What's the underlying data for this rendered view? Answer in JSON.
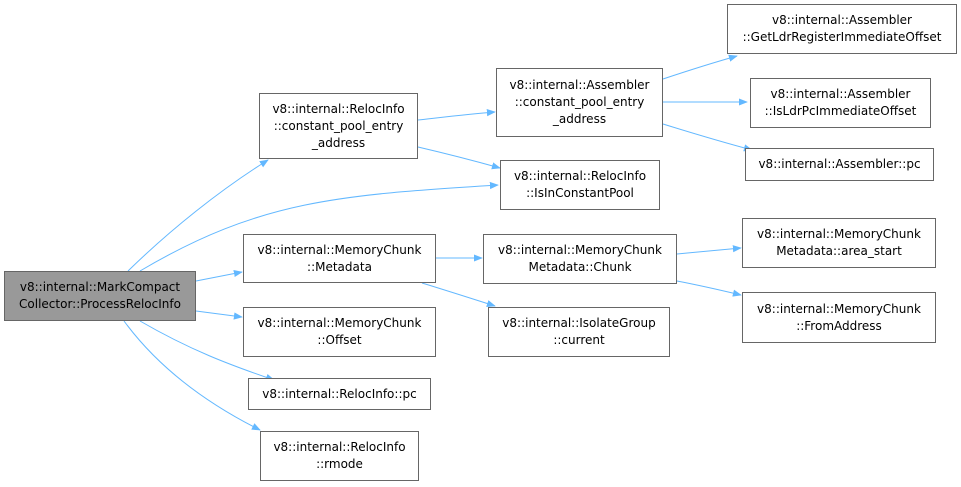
{
  "graph": {
    "edge_color": "#63b8ff",
    "root_fill": "#999999",
    "node_border": "#666666",
    "nodes": {
      "root": [
        "v8::internal::MarkCompact",
        "Collector::ProcessRelocInfo"
      ],
      "reloc_cpea": [
        "v8::internal::RelocInfo",
        "::constant_pool_entry",
        "_address"
      ],
      "asm_cpea": [
        "v8::internal::Assembler",
        "::constant_pool_entry",
        "_address"
      ],
      "asm_getldr": [
        "v8::internal::Assembler",
        "::GetLdrRegisterImmediateOffset"
      ],
      "asm_isldr": [
        "v8::internal::Assembler",
        "::IsLdrPcImmediateOffset"
      ],
      "asm_pc": [
        "v8::internal::Assembler::pc"
      ],
      "reloc_isincp": [
        "v8::internal::RelocInfo",
        "::IsInConstantPool"
      ],
      "mc_metadata": [
        "v8::internal::MemoryChunk",
        "::Metadata"
      ],
      "mcm_chunk": [
        "v8::internal::MemoryChunk",
        "Metadata::Chunk"
      ],
      "mcm_area_start": [
        "v8::internal::MemoryChunk",
        "Metadata::area_start"
      ],
      "mc_fromaddress": [
        "v8::internal::MemoryChunk",
        "::FromAddress"
      ],
      "isolategroup_current": [
        "v8::internal::IsolateGroup",
        "::current"
      ],
      "mc_offset": [
        "v8::internal::MemoryChunk",
        "::Offset"
      ],
      "reloc_pc": [
        "v8::internal::RelocInfo::pc"
      ],
      "reloc_rmode": [
        "v8::internal::RelocInfo",
        "::rmode"
      ]
    }
  }
}
